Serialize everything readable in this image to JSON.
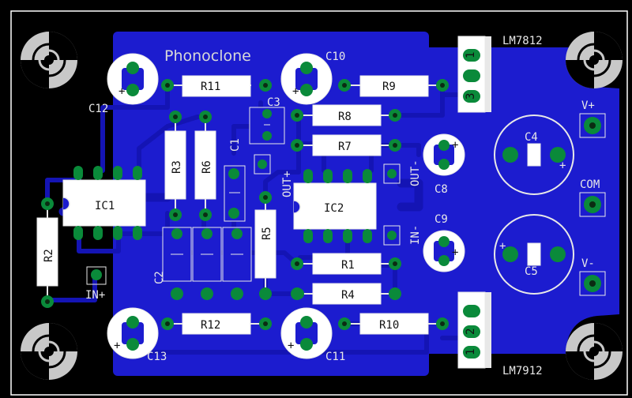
{
  "board": {
    "title": "Phonoclone",
    "colors": {
      "background": "#000000",
      "copper_pour": "#1c1ccf",
      "trace": "#1414b4",
      "pad": "#0a8a3a",
      "silkscreen": "#e8e8e8",
      "outline": "#ffffff"
    }
  },
  "regulators": {
    "top": "LM7812",
    "bottom": "LM7912"
  },
  "power_terminals": {
    "plus": "V+",
    "common": "COM",
    "minus": "V-"
  },
  "opamps": {
    "left": "IC1",
    "right": "IC2"
  },
  "io": {
    "in_plus": "IN+",
    "in_minus": "IN-",
    "out_plus": "OUT+",
    "out_minus": "OUT-"
  },
  "resistors": [
    "R11",
    "R9",
    "R8",
    "R7",
    "R3",
    "R6",
    "R5",
    "R2",
    "R1",
    "R4",
    "R12",
    "R10"
  ],
  "capacitors": [
    "C12",
    "C10",
    "C3",
    "C1",
    "C8",
    "C9",
    "C4",
    "C5",
    "C2",
    "C13",
    "C11"
  ],
  "pin_marks": {
    "plus": "+",
    "one": "1",
    "two": "2",
    "three": "3"
  }
}
